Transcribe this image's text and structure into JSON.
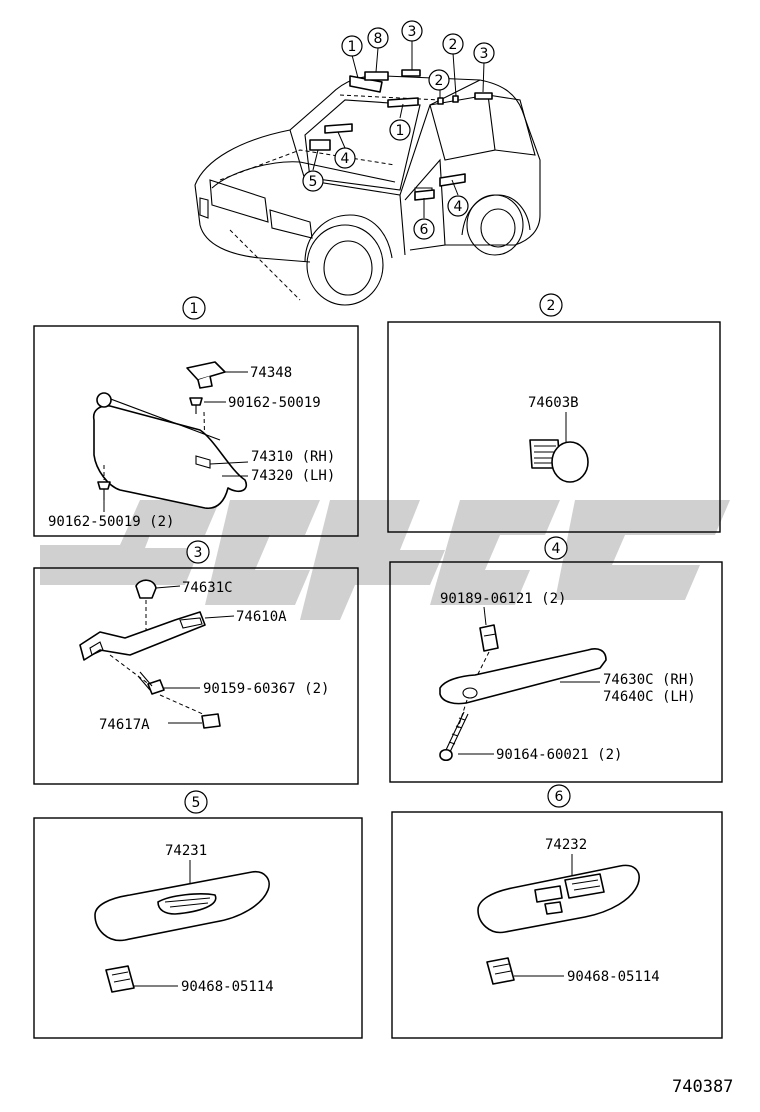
{
  "overview": {
    "callouts": [
      "1",
      "8",
      "3",
      "2",
      "2",
      "3",
      "1",
      "4",
      "5",
      "4",
      "6"
    ]
  },
  "sections": [
    {
      "number": "1",
      "parts": [
        "74348",
        "90162-50019",
        "74310 (RH)",
        "74320 (LH)",
        "90162-50019 (2)"
      ]
    },
    {
      "number": "2",
      "parts": [
        "74603B"
      ]
    },
    {
      "number": "3",
      "parts": [
        "74631C",
        "74610A",
        "90159-60367 (2)",
        "74617A"
      ]
    },
    {
      "number": "4",
      "parts": [
        "90189-06121 (2)",
        "74630C (RH)",
        "74640C (LH)",
        "90164-60021 (2)"
      ]
    },
    {
      "number": "5",
      "parts": [
        "74231",
        "90468-05114"
      ]
    },
    {
      "number": "6",
      "parts": [
        "74232",
        "90468-05114"
      ]
    }
  ],
  "diagram_code": "740387",
  "colors": {
    "line": "#000000",
    "watermark": "#c8c8c8",
    "background": "#ffffff"
  }
}
